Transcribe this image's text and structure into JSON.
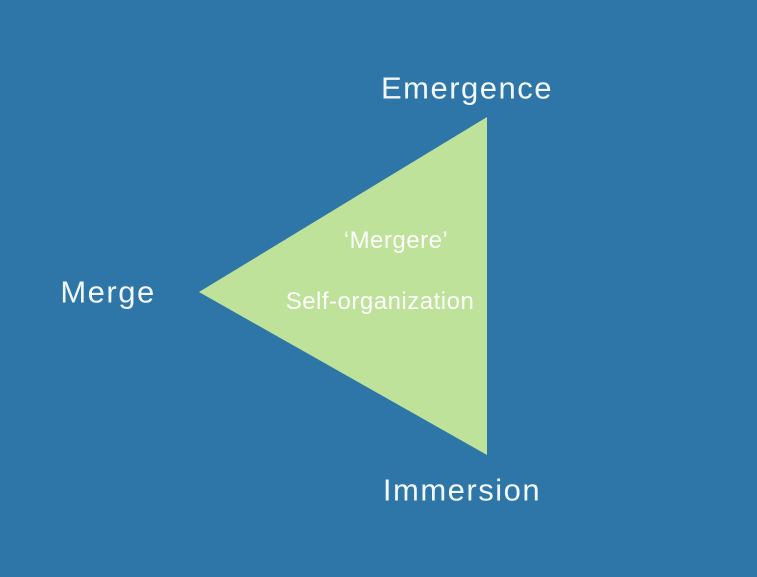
{
  "colors": {
    "background": "#2E76A8",
    "triangle": "#BEE29A",
    "vertex_label_text": "#F2F7FA",
    "inner_label_text": "#FDFEFD"
  },
  "diagram": {
    "type": "triangle-concept-diagram",
    "vertex_labels": {
      "top": "Emergence",
      "left": "Merge",
      "bottom": "Immersion"
    },
    "inner_labels": {
      "line1": "‘Mergere’",
      "line2": "Self-organization"
    }
  }
}
